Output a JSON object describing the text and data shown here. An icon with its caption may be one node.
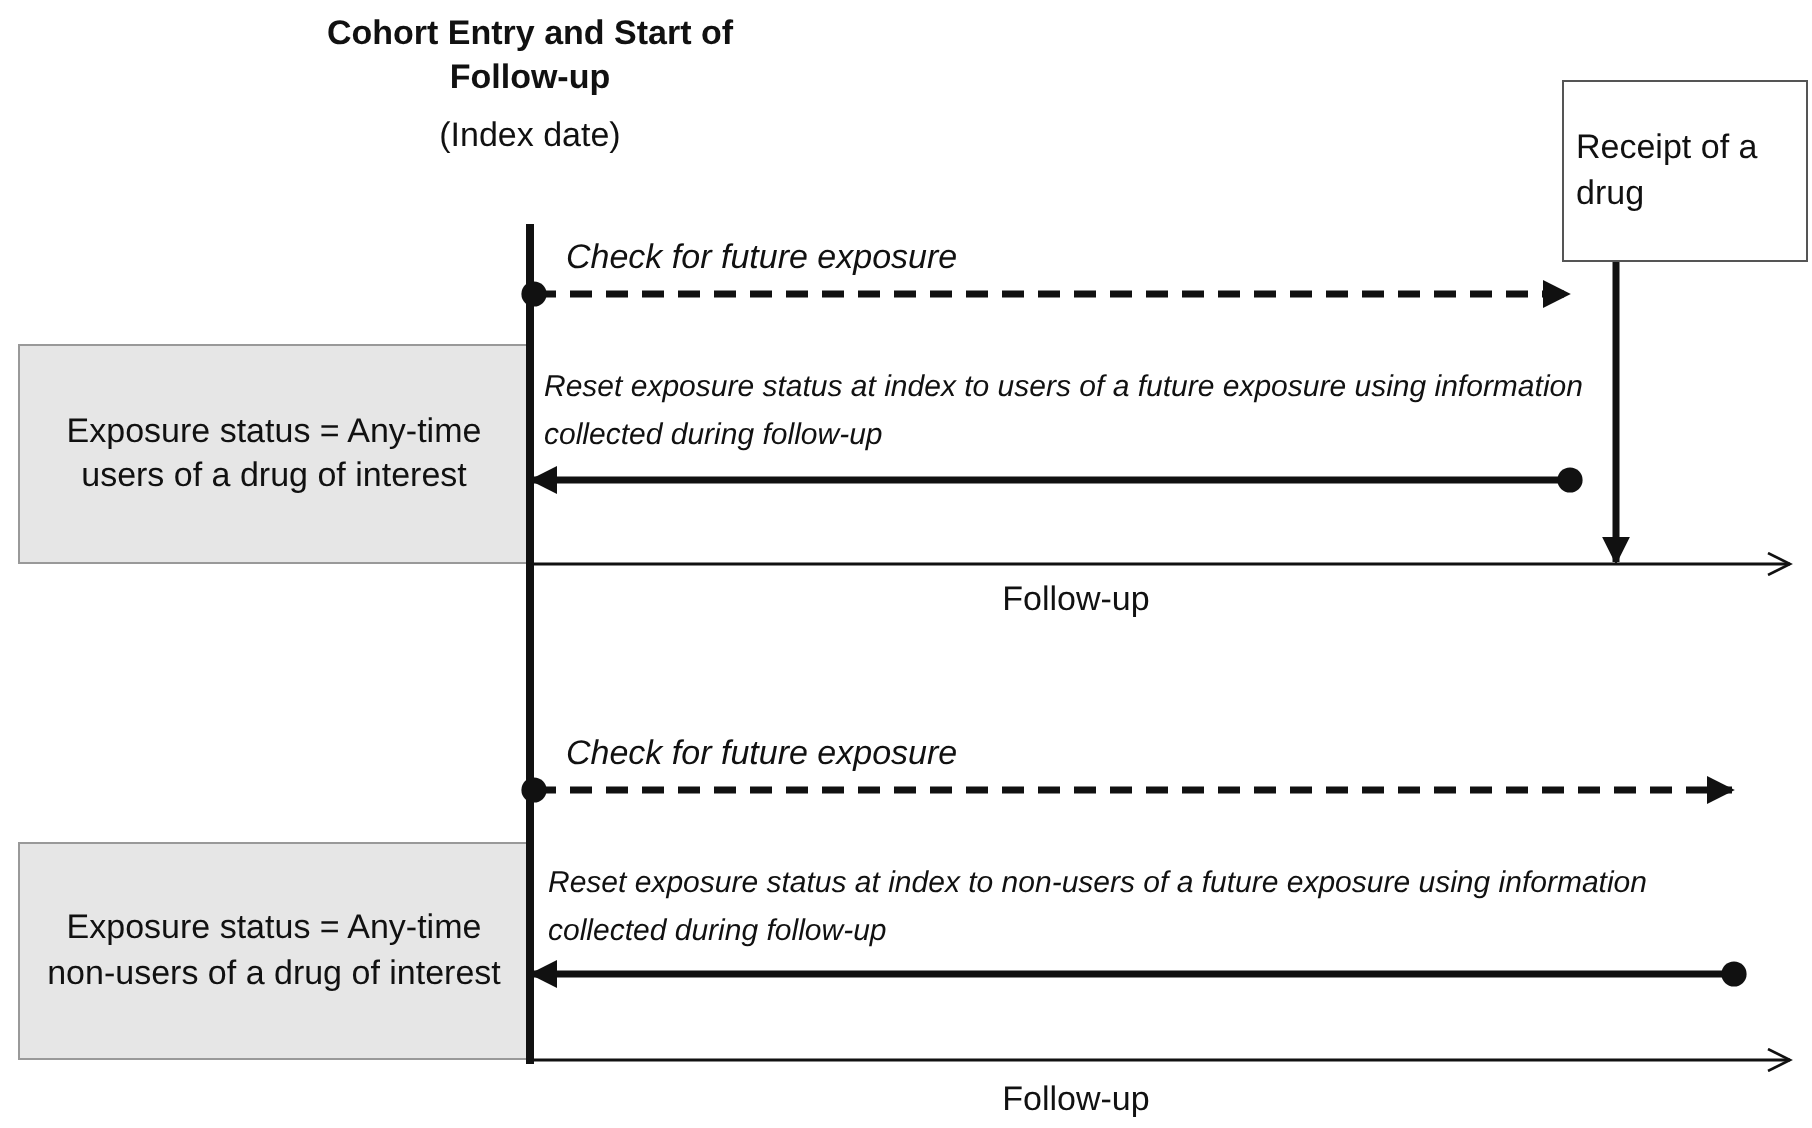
{
  "diagram": {
    "nodes": [
      {
        "text": [
          "Receipt of a drug"
        ]
      },
      {
        "text": [
          "Exposure status = Any-time users of a drug of interest"
        ]
      },
      {
        "text": [
          "Exposure status = Any-time non-users of a drug of interest"
        ]
      },
      {
        "text": [],
        "shape": "bar",
        "beside": [
          "Cohort Entry and Start of Follow-up",
          "(Index date)"
        ]
      },
      {
        "text": [],
        "shape": "bar",
        "beside": [
          "Follow-up"
        ]
      },
      {
        "text": [],
        "shape": "bar",
        "beside": [
          "Follow-up"
        ]
      }
    ],
    "edges": [
      {
        "from": 3,
        "to": 0,
        "arrow": "to",
        "style": "dashed",
        "label": "Check for future exposure"
      },
      {
        "from": 0,
        "to": 4,
        "arrow": "to"
      },
      {
        "from": null,
        "to": 1,
        "arrow": "to",
        "label": "Reset exposure status at index to users of a future exposure using information collected during follow-up"
      },
      {
        "from": 3,
        "to": null,
        "arrow": "to",
        "style": "dashed",
        "label": "Check for future exposure"
      },
      {
        "from": null,
        "to": 2,
        "arrow": "to",
        "label": "Reset exposure status at index to non-users of a future exposure using information collected during follow-up"
      }
    ]
  }
}
